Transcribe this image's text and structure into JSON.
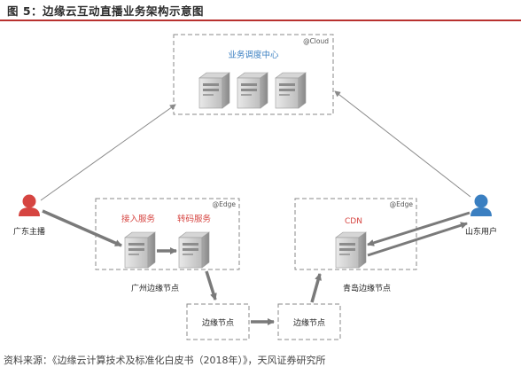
{
  "figure": {
    "title": "图 5：边缘云互动直播业务架构示意图",
    "source": "资料来源：《边缘云计算技术及标准化白皮书（2018年）》，天风证券研究所"
  },
  "cloud_box": {
    "tag": "@Cloud",
    "label": "业务调度中心"
  },
  "gz_box": {
    "tag": "@Edge",
    "label": "广州边缘节点",
    "service_a": "接入服务",
    "service_b": "转码服务"
  },
  "qd_box": {
    "tag": "@Edge",
    "label": "青岛边缘节点",
    "cdn": "CDN"
  },
  "edge_nodes": [
    "边缘节点",
    "边缘节点"
  ],
  "actors": {
    "streamer": "广东主播",
    "viewer": "山东用户"
  },
  "colors": {
    "red_label": "#d64541",
    "blue_label": "#3a7fc1",
    "rule": "#b8312f",
    "arrow": "#7a7a7a"
  }
}
